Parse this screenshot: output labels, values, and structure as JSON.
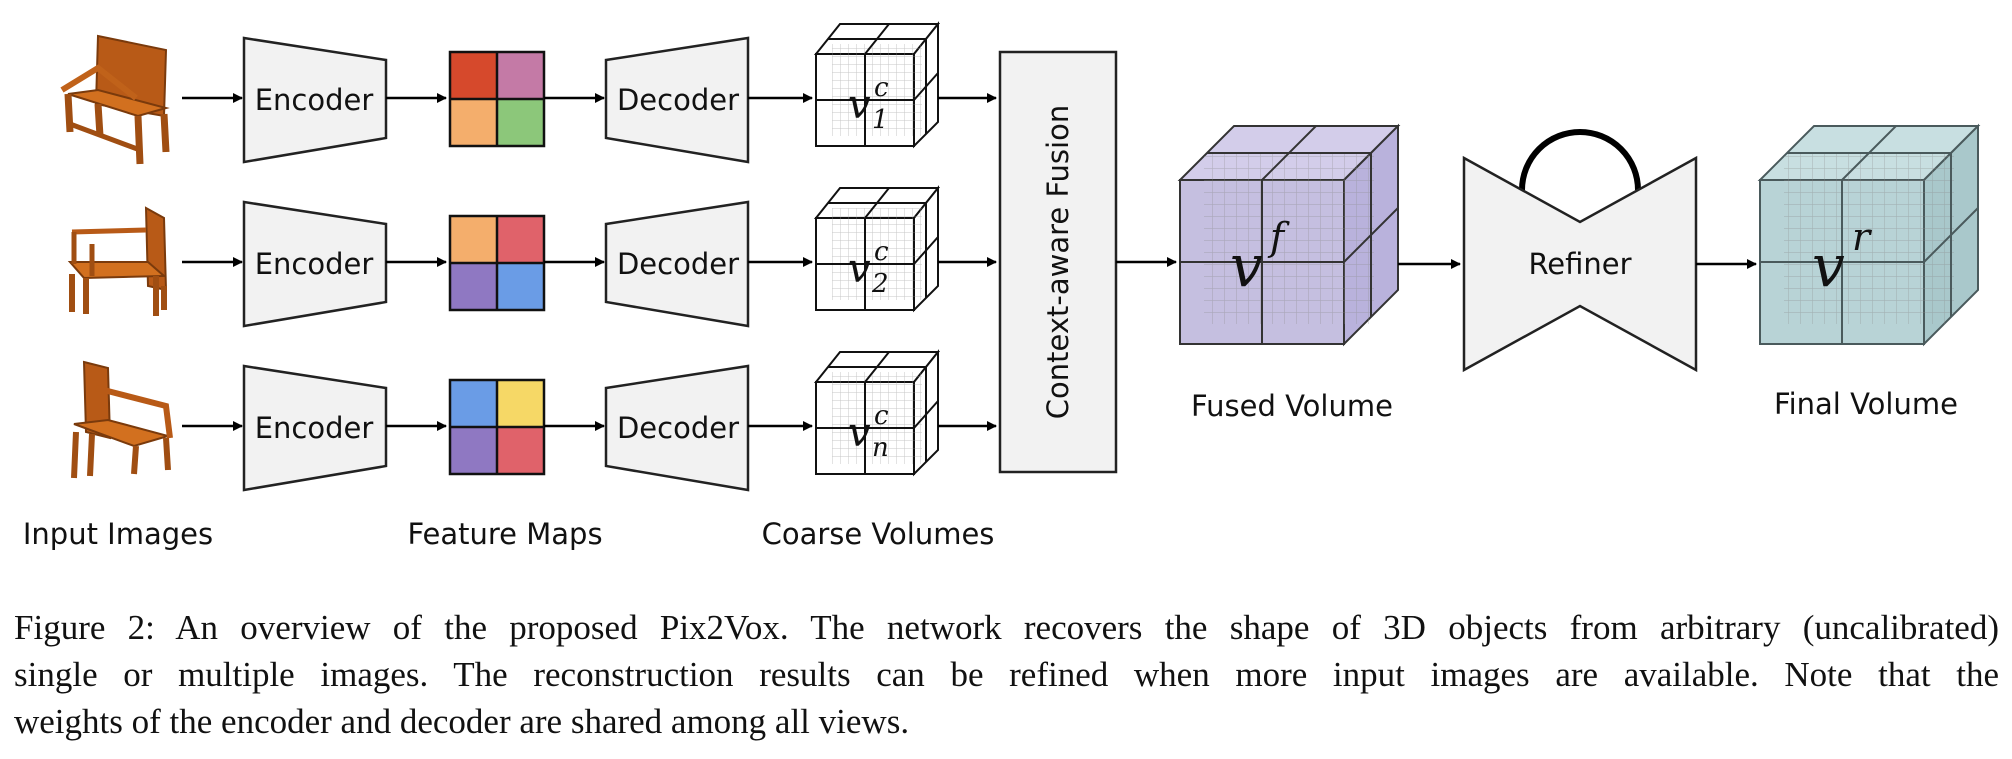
{
  "figure": {
    "labels": {
      "input_images": "Input Images",
      "feature_maps": "Feature Maps",
      "coarse_volumes": "Coarse Volumes",
      "fused_volume": "Fused Volume",
      "final_volume": "Final Volume"
    },
    "rows": [
      {
        "encoder": "Encoder",
        "decoder": "Decoder",
        "volume_var": "v",
        "volume_sup": "c",
        "volume_sub": "1",
        "feature_colors": [
          "#d6492c",
          "#c47aa6",
          "#f4ae6c",
          "#8cc77a"
        ]
      },
      {
        "encoder": "Encoder",
        "decoder": "Decoder",
        "volume_var": "v",
        "volume_sup": "c",
        "volume_sub": "2",
        "feature_colors": [
          "#f4ae6c",
          "#e0626a",
          "#8f78c2",
          "#6a9ce6"
        ]
      },
      {
        "encoder": "Encoder",
        "decoder": "Decoder",
        "volume_var": "v",
        "volume_sup": "c",
        "volume_sub": "n",
        "feature_colors": [
          "#6a9ce6",
          "#f6d866",
          "#8f78c2",
          "#e0626a"
        ]
      }
    ],
    "fusion_label": "Context-aware Fusion",
    "fused_var": "v",
    "fused_sup": "f",
    "refiner_label": "Refiner",
    "final_var": "v",
    "final_sup": "r",
    "colors": {
      "block_fill": "#f2f2f2",
      "fused_fill": "#c5bfe0",
      "final_fill": "#b8d3d6",
      "chair": "#c8661b"
    }
  },
  "caption": {
    "line1": "Figure 2: An overview of the proposed Pix2Vox. The network recovers the shape of 3D objects from arbitrary (uncalibrated)",
    "line2": "single or multiple images.  The reconstruction results can be refined when more input images are available.  Note that the",
    "line3": "weights of the encoder and decoder are shared among all views."
  }
}
